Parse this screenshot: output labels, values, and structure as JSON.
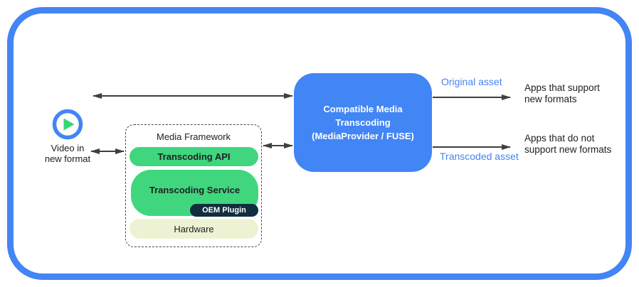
{
  "colors": {
    "frame_blue": "#4285f4",
    "box_blue": "#4285f4",
    "accent_blue": "#4285f4",
    "green": "#40d67e",
    "hardware_cream": "#edf3d2",
    "oem_navy": "#112e3e",
    "arrow_gray": "#3f3f3f",
    "text_black": "#202124",
    "white": "#ffffff"
  },
  "source": {
    "icon": "play-icon",
    "label": "Video in new format"
  },
  "media_framework": {
    "title": "Media Framework",
    "api_label": "Transcoding API",
    "service_label": "Transcoding Service",
    "oem_label": "OEM Plugin",
    "hardware_label": "Hardware"
  },
  "transcoder": {
    "lines": [
      "Compatible Media",
      "Transcoding",
      "(MediaProvider / FUSE)"
    ]
  },
  "outputs": {
    "original": {
      "label": "Original asset",
      "target": "Apps that support new formats"
    },
    "transcoded": {
      "label": "Transcoded asset",
      "target": "Apps that do not support new formats"
    }
  }
}
